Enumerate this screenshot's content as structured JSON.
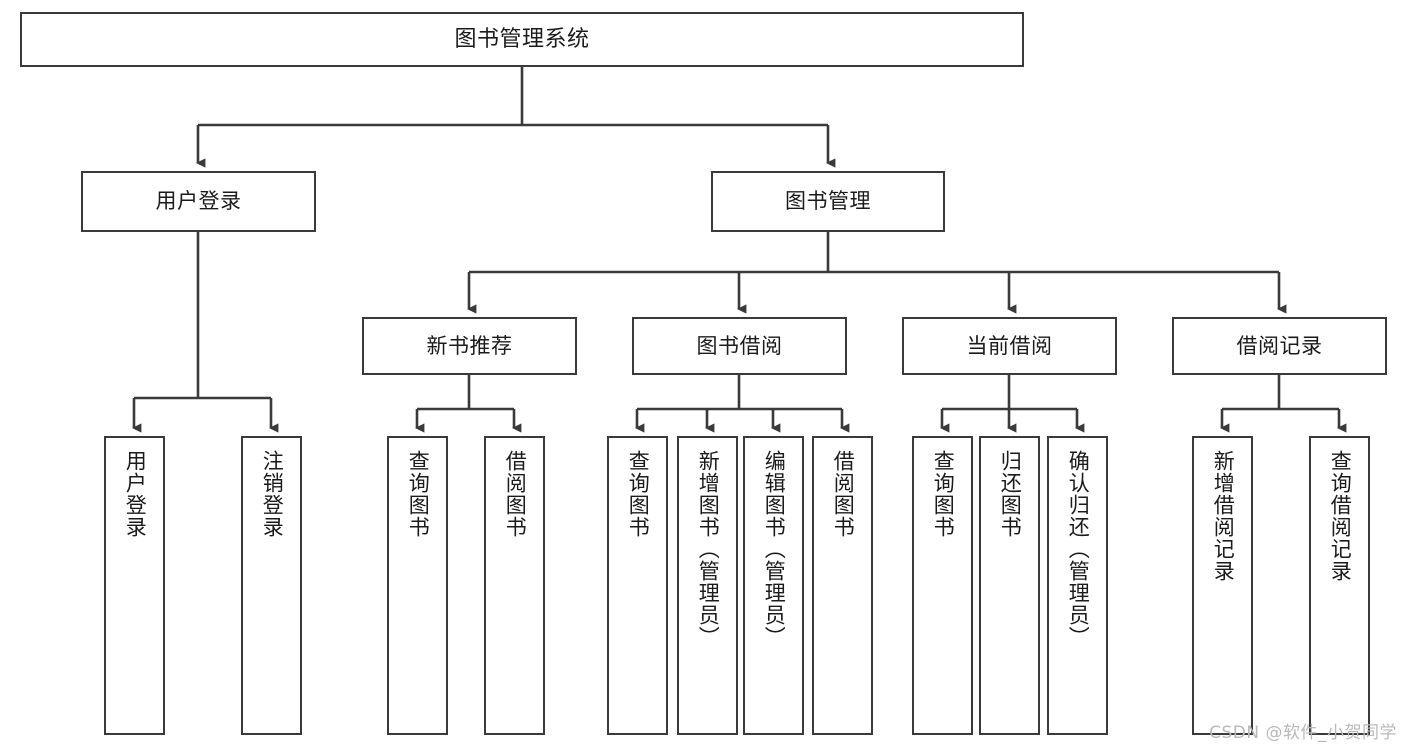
{
  "diagram": {
    "type": "tree-hierarchy-flowchart",
    "title": "图书管理系统",
    "watermark": "CSDN @软件_小贺同学",
    "colors": {
      "box_border": "#3a3a3a",
      "box_fill": "#ffffff",
      "edge": "#3a3a3a",
      "text": "#1b1b1b",
      "watermark": "#b9b9b9",
      "background": "#ffffff"
    },
    "levels": {
      "root": {
        "label": "图书管理系统"
      },
      "level2": [
        {
          "label": "用户登录"
        },
        {
          "label": "图书管理"
        }
      ],
      "level3": [
        {
          "label": "新书推荐"
        },
        {
          "label": "图书借阅"
        },
        {
          "label": "当前借阅"
        },
        {
          "label": "借阅记录"
        }
      ],
      "leaves": {
        "user_login": [
          {
            "label": "用户登录"
          },
          {
            "label": "注销登录"
          }
        ],
        "new_book_recommend": [
          {
            "label": "查询图书"
          },
          {
            "label": "借阅图书"
          }
        ],
        "book_borrow": [
          {
            "label": "查询图书"
          },
          {
            "label": "新增图书（管理员）"
          },
          {
            "label": "编辑图书（管理员）"
          },
          {
            "label": "借阅图书"
          }
        ],
        "current_borrow": [
          {
            "label": "查询图书"
          },
          {
            "label": "归还图书"
          },
          {
            "label": "确认归还（管理员）"
          }
        ],
        "borrow_record": [
          {
            "label": "新增借阅记录"
          },
          {
            "label": "查询借阅记录"
          }
        ]
      }
    }
  }
}
